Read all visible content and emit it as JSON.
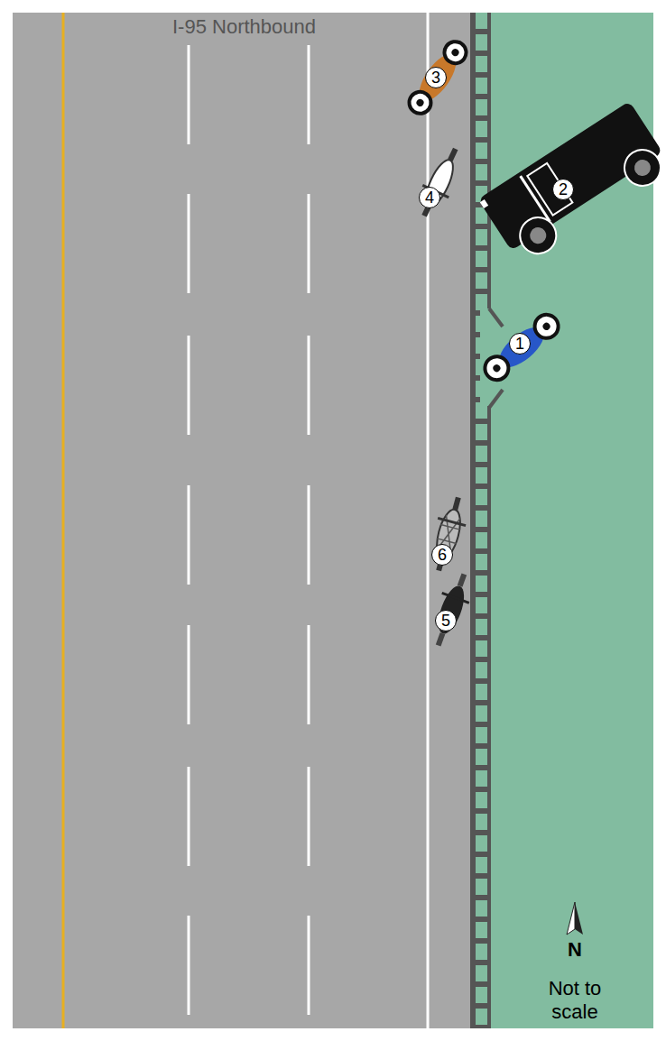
{
  "diagram": {
    "labels": [
      "I-95 Northbound",
      "3",
      "2",
      "4",
      "1",
      "6",
      "5",
      "N",
      "Not to scale"
    ]
  }
}
